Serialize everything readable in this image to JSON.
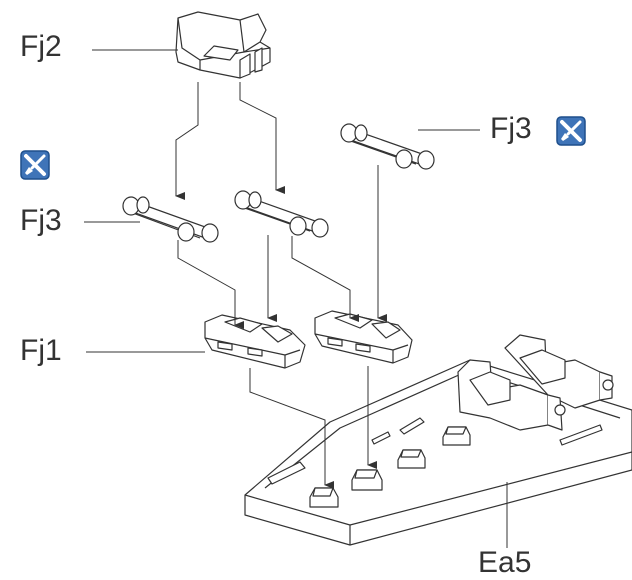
{
  "diagram": {
    "parts": [
      {
        "id": "fj2",
        "label": "Fj2"
      },
      {
        "id": "fj3_left",
        "label": "Fj3"
      },
      {
        "id": "fj3_right",
        "label": "Fj3"
      },
      {
        "id": "fj1",
        "label": "Fj1"
      },
      {
        "id": "ea5",
        "label": "Ea5"
      }
    ],
    "icons": [
      "grease-tool-icon",
      "grease-tool-icon"
    ],
    "colors": {
      "line": "#333333",
      "badge": "#3f74b8",
      "badge_border": "#1e4f8c"
    }
  }
}
